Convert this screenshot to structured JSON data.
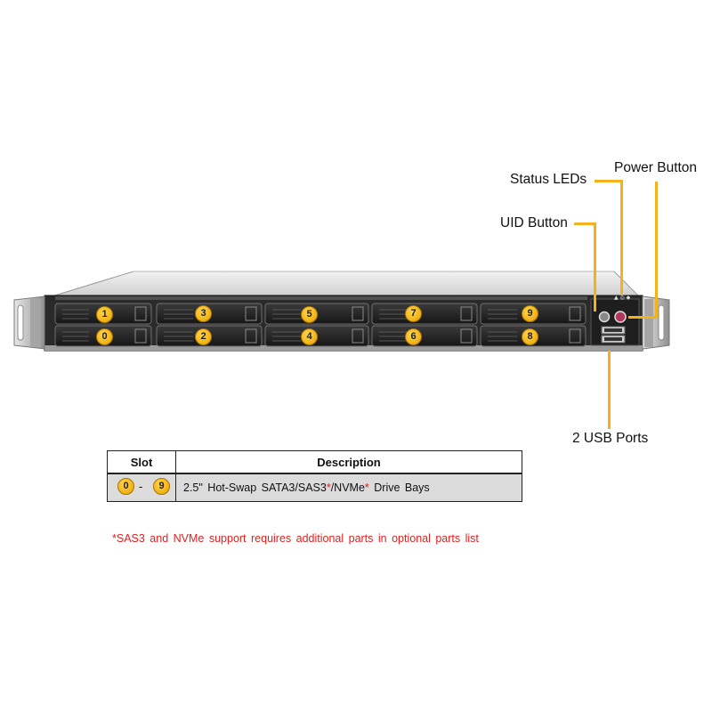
{
  "callouts": {
    "power_button": "Power Button",
    "status_leds": "Status LEDs",
    "uid_button": "UID Button",
    "usb_ports": "2 USB Ports"
  },
  "drive_bays": {
    "top_row": [
      "1",
      "3",
      "5",
      "7",
      "9"
    ],
    "bottom_row": [
      "0",
      "2",
      "4",
      "6",
      "8"
    ]
  },
  "table": {
    "header_slot": "Slot",
    "header_description": "Description",
    "slot_from": "0",
    "slot_dash": "-",
    "slot_to": "9",
    "desc_part1": "2.5\" Hot-Swap SATA3/SAS3",
    "desc_star1": "*",
    "desc_part2": "/NVMe",
    "desc_star2": "*",
    "desc_part3": " Drive Bays"
  },
  "footnote": "*SAS3 and NVMe  support requires additional parts in optional parts list",
  "colors": {
    "callout_line": "#f2b21d",
    "badge_fill": "#f3b61c",
    "footnote": "#e02020",
    "table_row_bg": "#dcdcdc"
  },
  "icons": [
    "power-icon",
    "uid-icon",
    "status-led-icons",
    "usb-port-icon"
  ]
}
